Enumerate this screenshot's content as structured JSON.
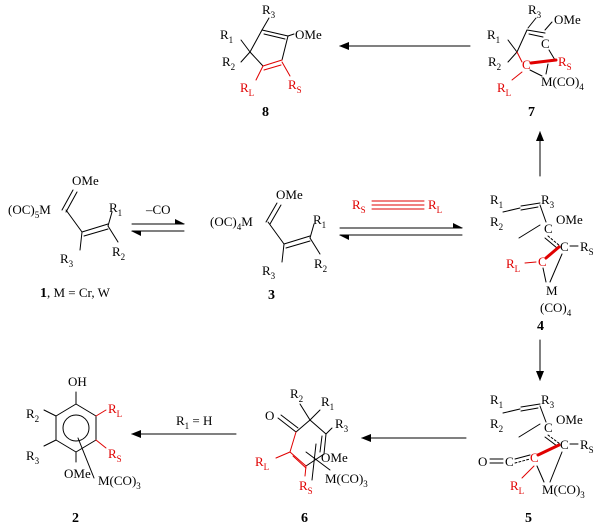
{
  "compounds": {
    "c1": {
      "number": "1",
      "caption_rest": ", M = Cr, W",
      "metal": "(OC)",
      "metal_sub": "5",
      "metal_atom": "M",
      "ome": "OMe",
      "r1": "R",
      "r1_sub": "1",
      "r2": "R",
      "r2_sub": "2",
      "r3": "R",
      "r3_sub": "3"
    },
    "c3": {
      "number": "3",
      "metal": "(OC)",
      "metal_sub": "4",
      "metal_atom": "M",
      "ome": "OMe",
      "r1": "R",
      "r1_sub": "1",
      "r2": "R",
      "r2_sub": "2",
      "r3": "R",
      "r3_sub": "3"
    },
    "c4": {
      "number": "4",
      "r1": "R",
      "r1_sub": "1",
      "r2": "R",
      "r2_sub": "2",
      "r3": "R",
      "r3_sub": "3",
      "ome": "OMe",
      "c": "C",
      "rs": "R",
      "rs_sub": "S",
      "rl": "R",
      "rl_sub": "L",
      "m": "M",
      "co4": "(CO)",
      "co4_sub": "4"
    },
    "c5": {
      "number": "5",
      "r1": "R",
      "r1_sub": "1",
      "r2": "R",
      "r2_sub": "2",
      "r3": "R",
      "r3_sub": "3",
      "ome": "OMe",
      "c": "C",
      "rs": "R",
      "rs_sub": "S",
      "rl": "R",
      "rl_sub": "L",
      "oc": "O",
      "m": "M(CO)",
      "m_sub": "3"
    },
    "c6": {
      "number": "6",
      "o": "O",
      "r1": "R",
      "r1_sub": "1",
      "r2": "R",
      "r2_sub": "2",
      "r3": "R",
      "r3_sub": "3",
      "ome": "OMe",
      "rl": "R",
      "rl_sub": "L",
      "rs": "R",
      "rs_sub": "S",
      "m": "M(CO)",
      "m_sub": "3"
    },
    "c2": {
      "number": "2",
      "oh": "OH",
      "r2": "R",
      "r2_sub": "2",
      "r3": "R",
      "r3_sub": "3",
      "rl": "R",
      "rl_sub": "L",
      "rs": "R",
      "rs_sub": "S",
      "ome": "OMe",
      "m": "M(CO)",
      "m_sub": "3"
    },
    "c7": {
      "number": "7",
      "r1": "R",
      "r1_sub": "1",
      "r2": "R",
      "r2_sub": "2",
      "r3": "R",
      "r3_sub": "3",
      "ome": "OMe",
      "c": "C",
      "rs": "R",
      "rs_sub": "S",
      "rl": "R",
      "rl_sub": "L",
      "m": "M(CO)",
      "m_sub": "4"
    },
    "c8": {
      "number": "8",
      "r1": "R",
      "r1_sub": "1",
      "r2": "R",
      "r2_sub": "2",
      "r3": "R",
      "r3_sub": "3",
      "ome": "OMe",
      "rs": "R",
      "rs_sub": "S",
      "rl": "R",
      "rl_sub": "L"
    }
  },
  "reagents": {
    "alkyne": {
      "rs": "R",
      "rs_sub": "S",
      "rl": "R",
      "rl_sub": "L"
    },
    "co_loss": "–CO",
    "condition_6_to_2": "R",
    "condition_6_to_2_sub": "1",
    "condition_6_to_2_rest": " = H"
  },
  "colors": {
    "highlight": "#e00000",
    "ink": "#000000"
  }
}
